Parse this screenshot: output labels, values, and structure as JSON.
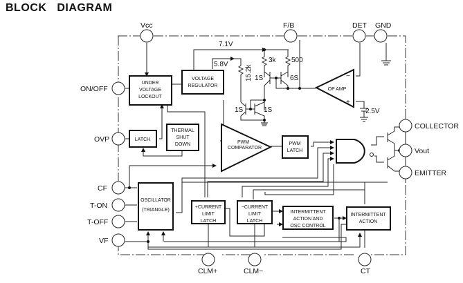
{
  "title": "BLOCK DIAGRAM",
  "pins": {
    "vcc": "Vcc",
    "fb": "F/B",
    "det": "DET",
    "gnd": "GND",
    "on_off": "ON/OFF",
    "ovp": "OVP",
    "cf": "CF",
    "t_on": "T-ON",
    "t_off": "T-OFF",
    "vf": "VF",
    "clm_plus": "CLM+",
    "clm_minus": "CLM−",
    "ct": "CT",
    "collector": "COLLECTOR",
    "vout": "Vout",
    "emitter": "EMITTER"
  },
  "blocks": {
    "uvlo": [
      "UNDER",
      "VOLTAGE",
      "LOCKOUT"
    ],
    "vreg": [
      "VOLTAGE",
      "REGULATOR"
    ],
    "latch": [
      "LATCH"
    ],
    "thermal": [
      "THERMAL",
      "SHUT",
      "DOWN"
    ],
    "pwm_comp": [
      "PWM",
      "COMPARATOR"
    ],
    "pwm_latch": [
      "PWM",
      "LATCH"
    ],
    "op_amp": "OP AMP",
    "oscillator": [
      "OSCILLATOR",
      "(TRIANGLE)"
    ],
    "plus_clim": [
      "+CURRENT",
      "LIMIT",
      "LATCH"
    ],
    "minus_clim": [
      "−CURRENT",
      "LIMIT",
      "LATCH"
    ],
    "int_osc": [
      "INTERMITTENT",
      "ACTION AND",
      "OSC CONTROL"
    ],
    "int_action": [
      "INTERMITTENT",
      "ACTION"
    ]
  },
  "labels": {
    "v71": "7.1V",
    "v58": "5.8V",
    "v25": "2.5V",
    "r3k": "3k",
    "r500": "500",
    "r152k": "15.2k",
    "q1": "1S",
    "q2": "6S",
    "q3": "1S",
    "q4": "1S",
    "plus": "+",
    "minus": "−"
  }
}
